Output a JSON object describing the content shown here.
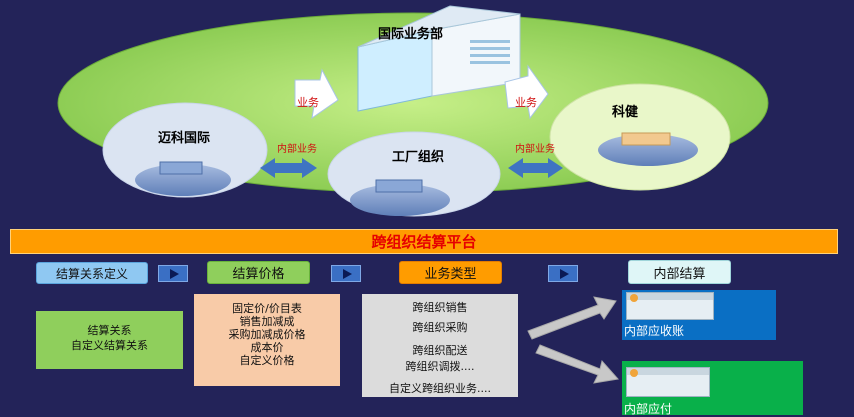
{
  "top": {
    "hq_label": "国际业务部",
    "org1": "迈科国际",
    "org2": "工厂组织",
    "org3": "科健",
    "biz1": "业务",
    "biz2": "业务",
    "inner1": "内部业务",
    "inner2": "内部业务"
  },
  "platform_title": "跨组织结算平台",
  "headers": {
    "h1": "结算关系定义",
    "h2": "结算价格",
    "h3": "业务类型",
    "h4": "内部结算"
  },
  "col1_lines": [
    "结算关系",
    "自定义结算关系"
  ],
  "col2_lines": [
    "固定价/价目表",
    "销售加减成",
    "采购加减成价格",
    "成本价",
    "自定义价格"
  ],
  "col3_lines": [
    "跨组织销售",
    "跨组织采购",
    "跨组织配送",
    "跨组织调拨....",
    "自定义跨组织业务...."
  ],
  "result1": "内部应收账",
  "result2": "内部应付",
  "colors": {
    "background": "#232359",
    "ellipse": "#9bd45c",
    "platform_bar": "#ff9c00",
    "platform_text": "#e60000",
    "blue_box": "#0a6fc4",
    "green_box": "#09b04a"
  }
}
